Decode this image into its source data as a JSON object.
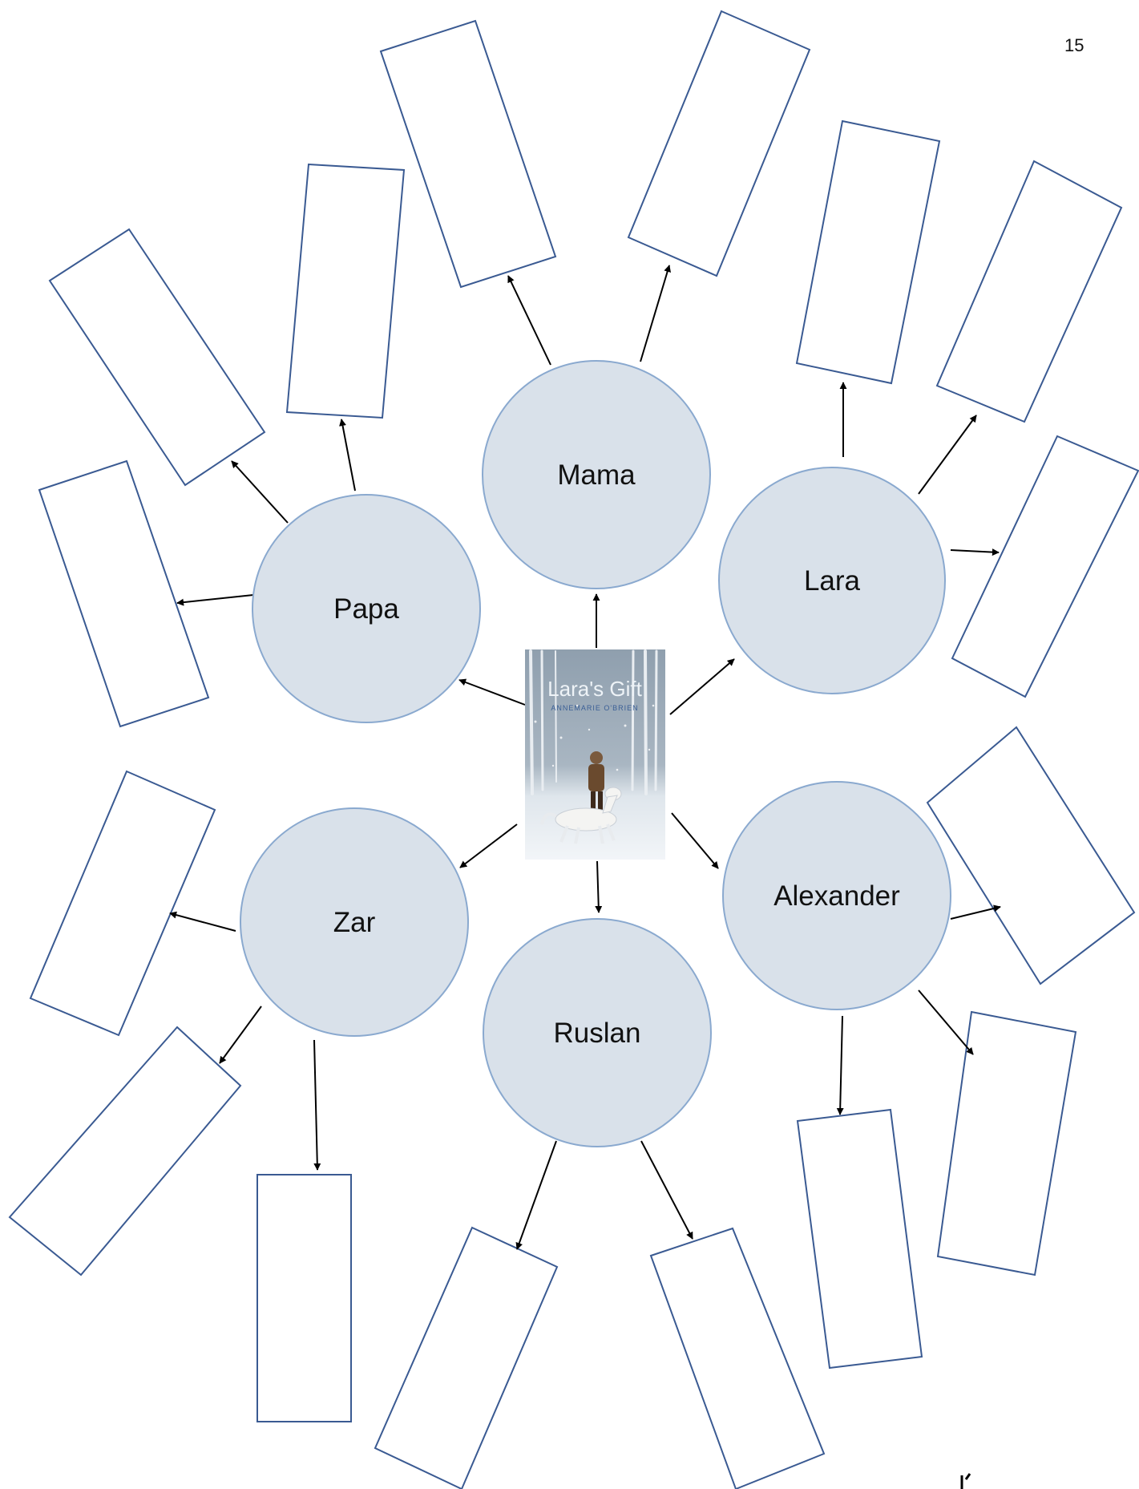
{
  "page": {
    "number": "15"
  },
  "book": {
    "title": "Lara's Gift",
    "author": "ANNEMARIE O'BRIEN"
  },
  "characters": [
    {
      "id": "mama",
      "label": "Mama"
    },
    {
      "id": "lara",
      "label": "Lara"
    },
    {
      "id": "papa",
      "label": "Papa"
    },
    {
      "id": "zar",
      "label": "Zar"
    },
    {
      "id": "ruslan",
      "label": "Ruslan"
    },
    {
      "id": "alexander",
      "label": "Alexander"
    }
  ],
  "colors": {
    "node_fill": "#d9e1ea",
    "node_stroke": "#8aa9cf",
    "box_stroke": "#3a5a92",
    "arrow": "#000000"
  }
}
